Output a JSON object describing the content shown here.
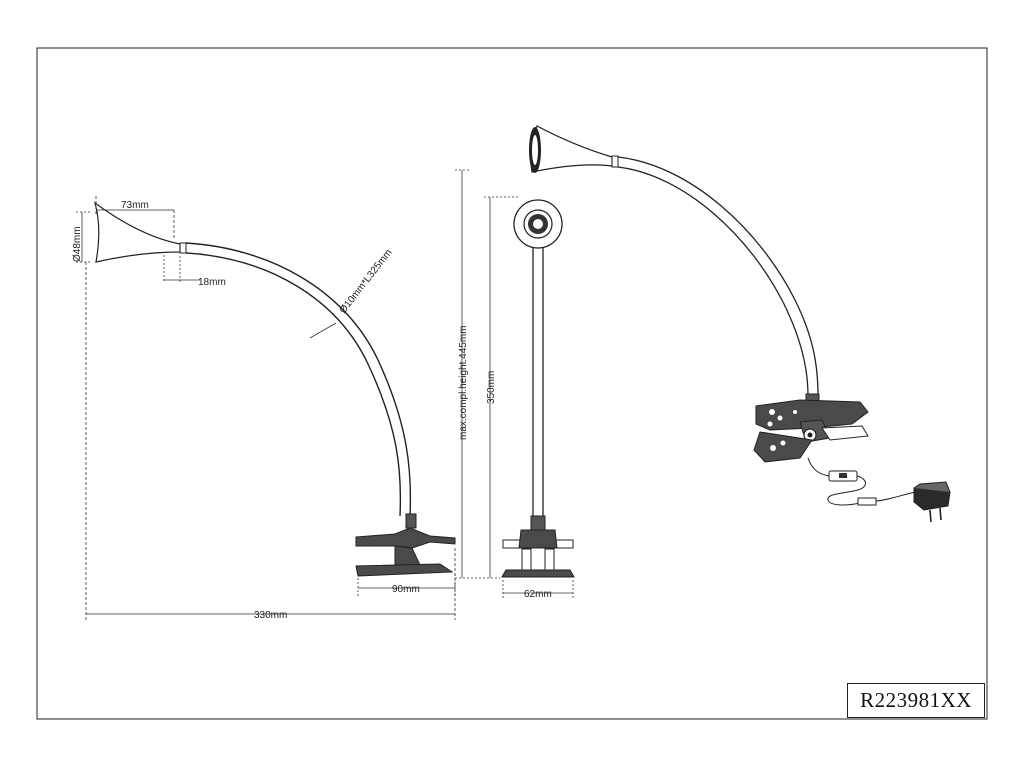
{
  "product_code": "R223981XX",
  "dimensions": {
    "shade_diameter": "Ø48mm",
    "shade_length": "73mm",
    "neck_length": "18mm",
    "arm": "Ø10mm*L325mm",
    "max_height": "max.compl.height.445mm",
    "head_height": "350mm",
    "clamp_width": "90mm",
    "clamp_depth": "62mm",
    "total_length": "330mm"
  },
  "colors": {
    "line": "#222222",
    "fill": "#4a4a4a",
    "dark": "#2a2a2a"
  }
}
